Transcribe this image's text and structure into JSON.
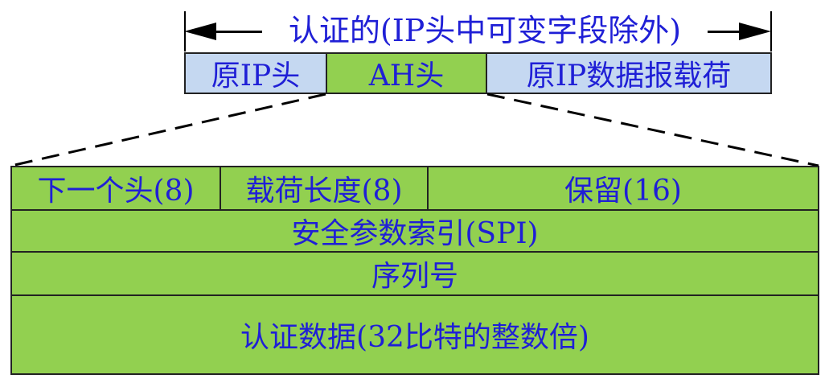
{
  "top": {
    "auth_range_label": "认证的(IP头中可变字段除外)",
    "packet": {
      "orig_ip_header": "原IP头",
      "ah_header": "AH头",
      "orig_payload": "原IP数据报载荷"
    }
  },
  "ah_detail": {
    "row1": {
      "next_header": "下一个头(8)",
      "payload_length": "载荷长度(8)",
      "reserved": "保留(16)"
    },
    "spi": "安全参数索引(SPI)",
    "sequence_number": "序列号",
    "auth_data": "认证数据(32比特的整数倍)"
  },
  "colors": {
    "text": "#1f1fd6",
    "ip_fill": "#c5d8f1",
    "ah_fill": "#92d050",
    "line": "#000000"
  }
}
